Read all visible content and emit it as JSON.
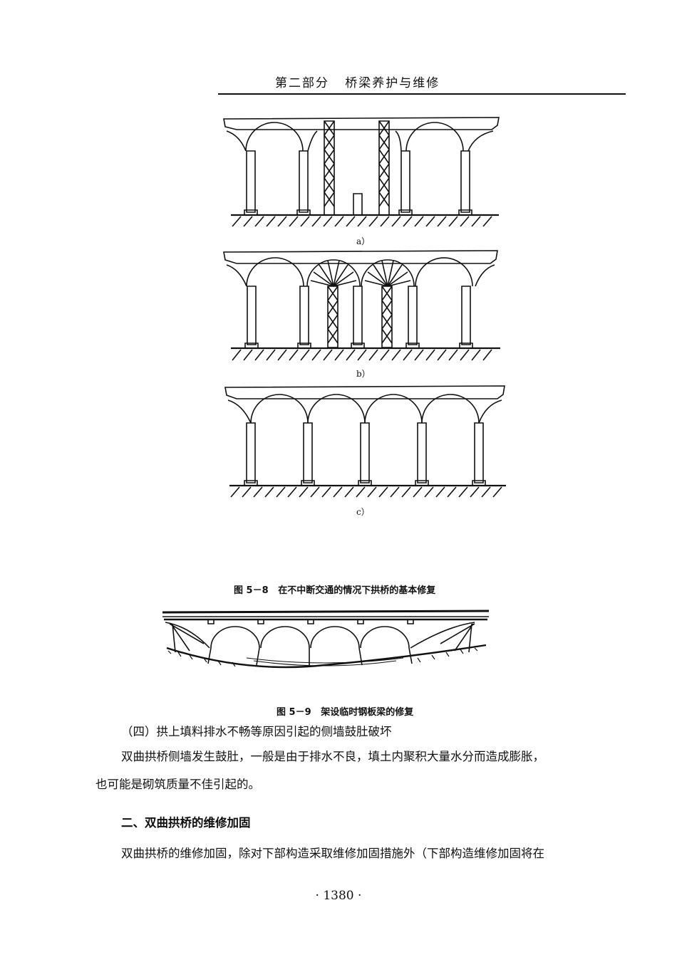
{
  "header": {
    "title": "第二部分   桥梁养护与维修"
  },
  "figure_5_8": {
    "sub_a": "a）",
    "sub_b": "b）",
    "sub_c": "c）",
    "caption": "图 5－8   在不中断交通的情况下拱桥的基本修复"
  },
  "figure_5_9": {
    "caption": "图 5－9   架设临时钢板梁的修复"
  },
  "body": {
    "para1": "（四）拱上填料排水不畅等原因引起的侧墙鼓肚破坏",
    "para2_line1": "双曲拱桥侧墙发生鼓肚，一般是由于排水不良，填土内聚积大量水分而造成膨胀，",
    "para2_line2": "也可能是砌筑质量不佳引起的。",
    "heading2": "二、双曲拱桥的维修加固",
    "para3": "双曲拱桥的维修加固，除对下部构造采取维修加固措施外（下部构造维修加固将在"
  },
  "footer": {
    "page_number": "· 1380 ·"
  }
}
